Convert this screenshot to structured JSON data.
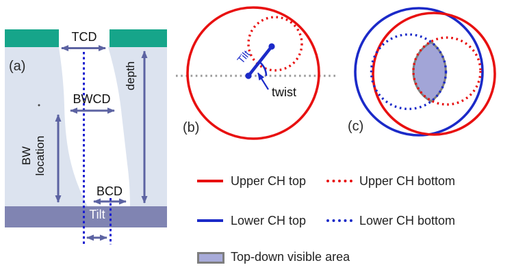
{
  "panel_a": {
    "label": "(a)",
    "tcd_label": "TCD",
    "bwcd_label": "BWCD",
    "bcd_label": "BCD",
    "depth_label": "depth",
    "bw_location_line1": "BW",
    "bw_location_line2": "location",
    "tilt_band_label": "Tilt"
  },
  "panel_b": {
    "label": "(b)",
    "tilt_label": "Tilt",
    "twist_label": "twist"
  },
  "panel_c": {
    "label": "(c)"
  },
  "legend": {
    "items": [
      {
        "label": "Upper CH top",
        "style": "solid-line",
        "color": "#e81010"
      },
      {
        "label": "Upper CH bottom",
        "style": "dotted-line",
        "color": "#e81010"
      },
      {
        "label": "Lower CH top",
        "style": "solid-line",
        "color": "#1b2ac8"
      },
      {
        "label": "Lower CH bottom",
        "style": "dotted-line",
        "color": "#1b2ac8"
      },
      {
        "label": "Top-down visible area",
        "style": "filled-area",
        "color": "#a8abd9"
      }
    ]
  },
  "colors": {
    "red": "#e81010",
    "blue": "#1b2ac8",
    "teal": "#16a58a",
    "body_blue": "#dce3ef",
    "band_purple": "#8084b2",
    "arrow_slate": "#5c63a2",
    "dotted_blue": "#1a1dd0",
    "gray_dotted": "#999999",
    "lens_fill": "#a2a5d7",
    "lens_border": "#7e7e7e",
    "legend_area_fill": "#a8abd9"
  }
}
